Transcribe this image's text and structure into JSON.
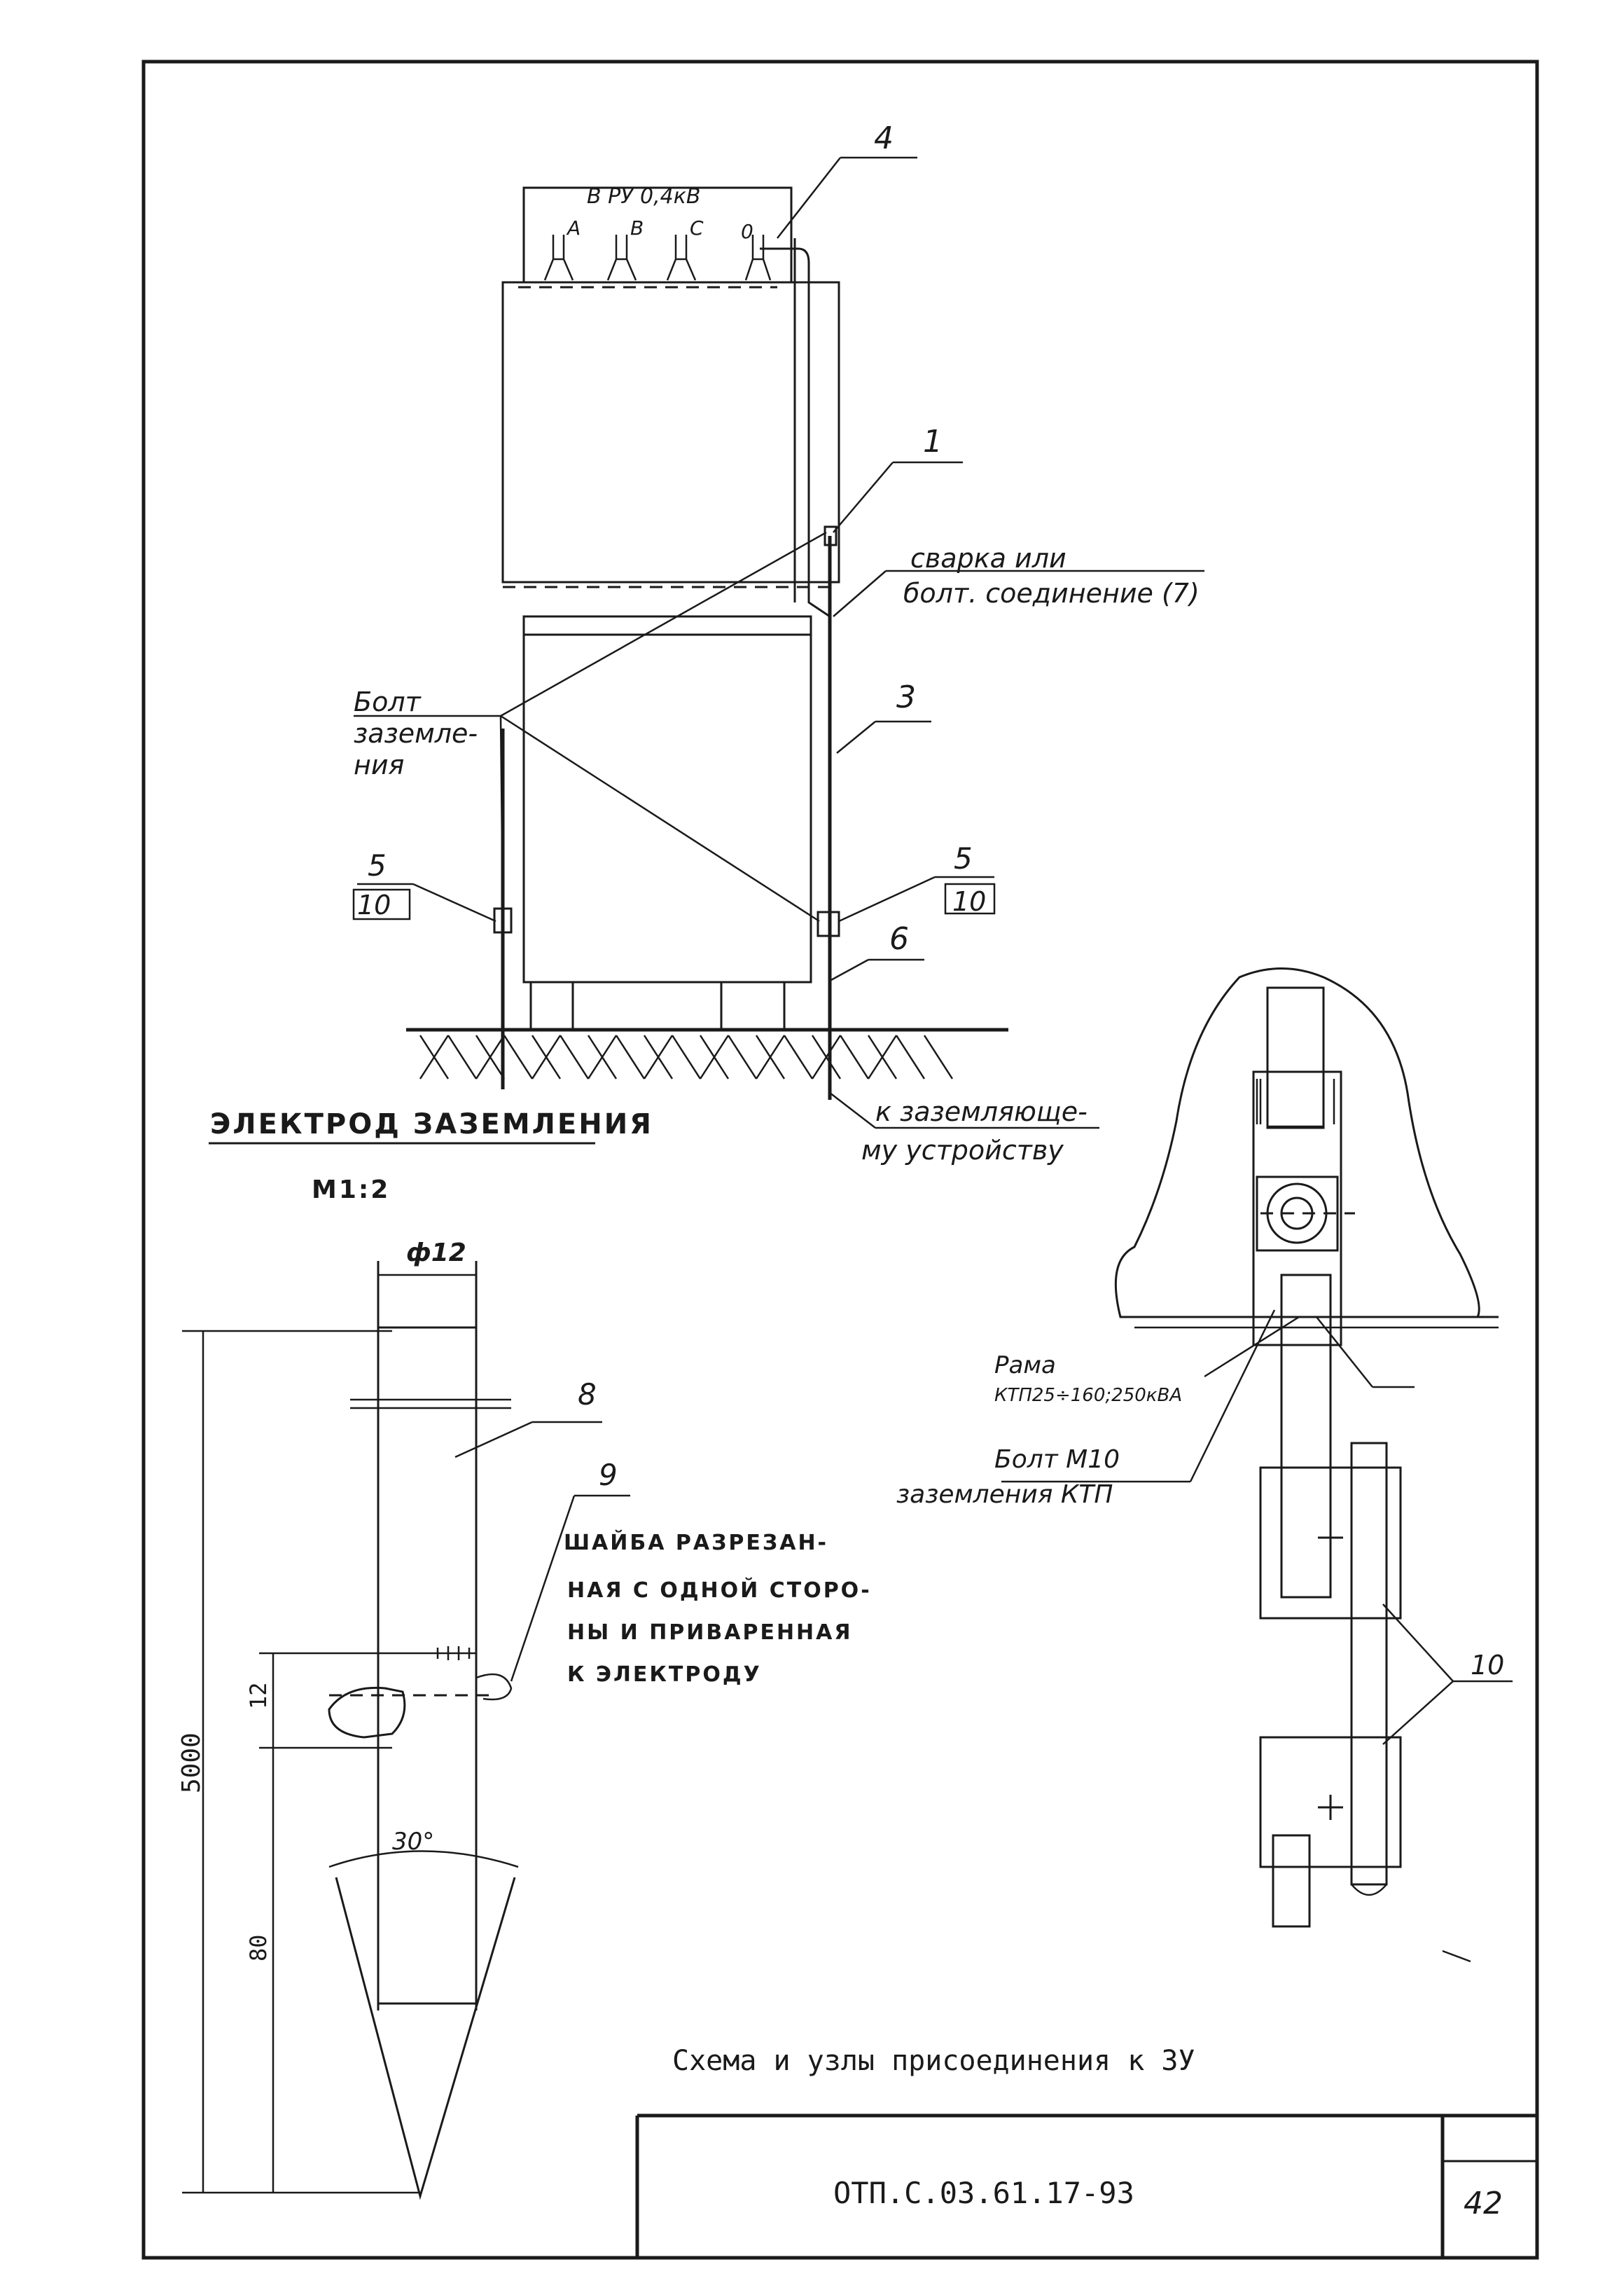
{
  "labels": {
    "vru": "В РУ 0,4кВ",
    "phase_a": "А",
    "phase_b": "В",
    "phase_c": "С",
    "phase_0": "0",
    "callout_4": "4",
    "callout_1": "1",
    "callout_3": "3",
    "callout_6": "6",
    "callout_5_left": "5",
    "callout_10_left": "10",
    "callout_5_right": "5",
    "callout_10_right": "10",
    "weld_line1": "сварка или",
    "weld_line2": "болт. соединение (7)",
    "bolt_line1": "Болт",
    "bolt_line2": "заземле-",
    "bolt_line3": "ния",
    "to_ground_line1": "к заземляюще-",
    "to_ground_line2": "му устройству"
  },
  "electrode": {
    "title": "ЭЛЕКТРОД ЗАЗЕМЛЕНИЯ",
    "scale": "М1:2",
    "diameter": "ф12",
    "dim_total": "5000",
    "dim_12": "12",
    "dim_80": "80",
    "angle": "30°",
    "callout_8": "8",
    "callout_9": "9",
    "washer_line1": "ШАЙБА РАЗРЕЗАН-",
    "washer_line2": "НАЯ С ОДНОЙ СТОРО-",
    "washer_line3": "НЫ И ПРИВАРЕННАЯ",
    "washer_line4": "К ЭЛЕКТРОДУ"
  },
  "detail": {
    "frame_line1": "Рама",
    "frame_line2": "КТП25÷160;250кВА",
    "bolt_line1": "Болт М10",
    "bolt_line2": "заземления КТП",
    "callout_10": "10"
  },
  "title_block": {
    "caption": "Схема и узлы присоединения к ЗУ",
    "doc_code": "ОТП.С.03.61.17-93",
    "sheet_no": "42"
  }
}
